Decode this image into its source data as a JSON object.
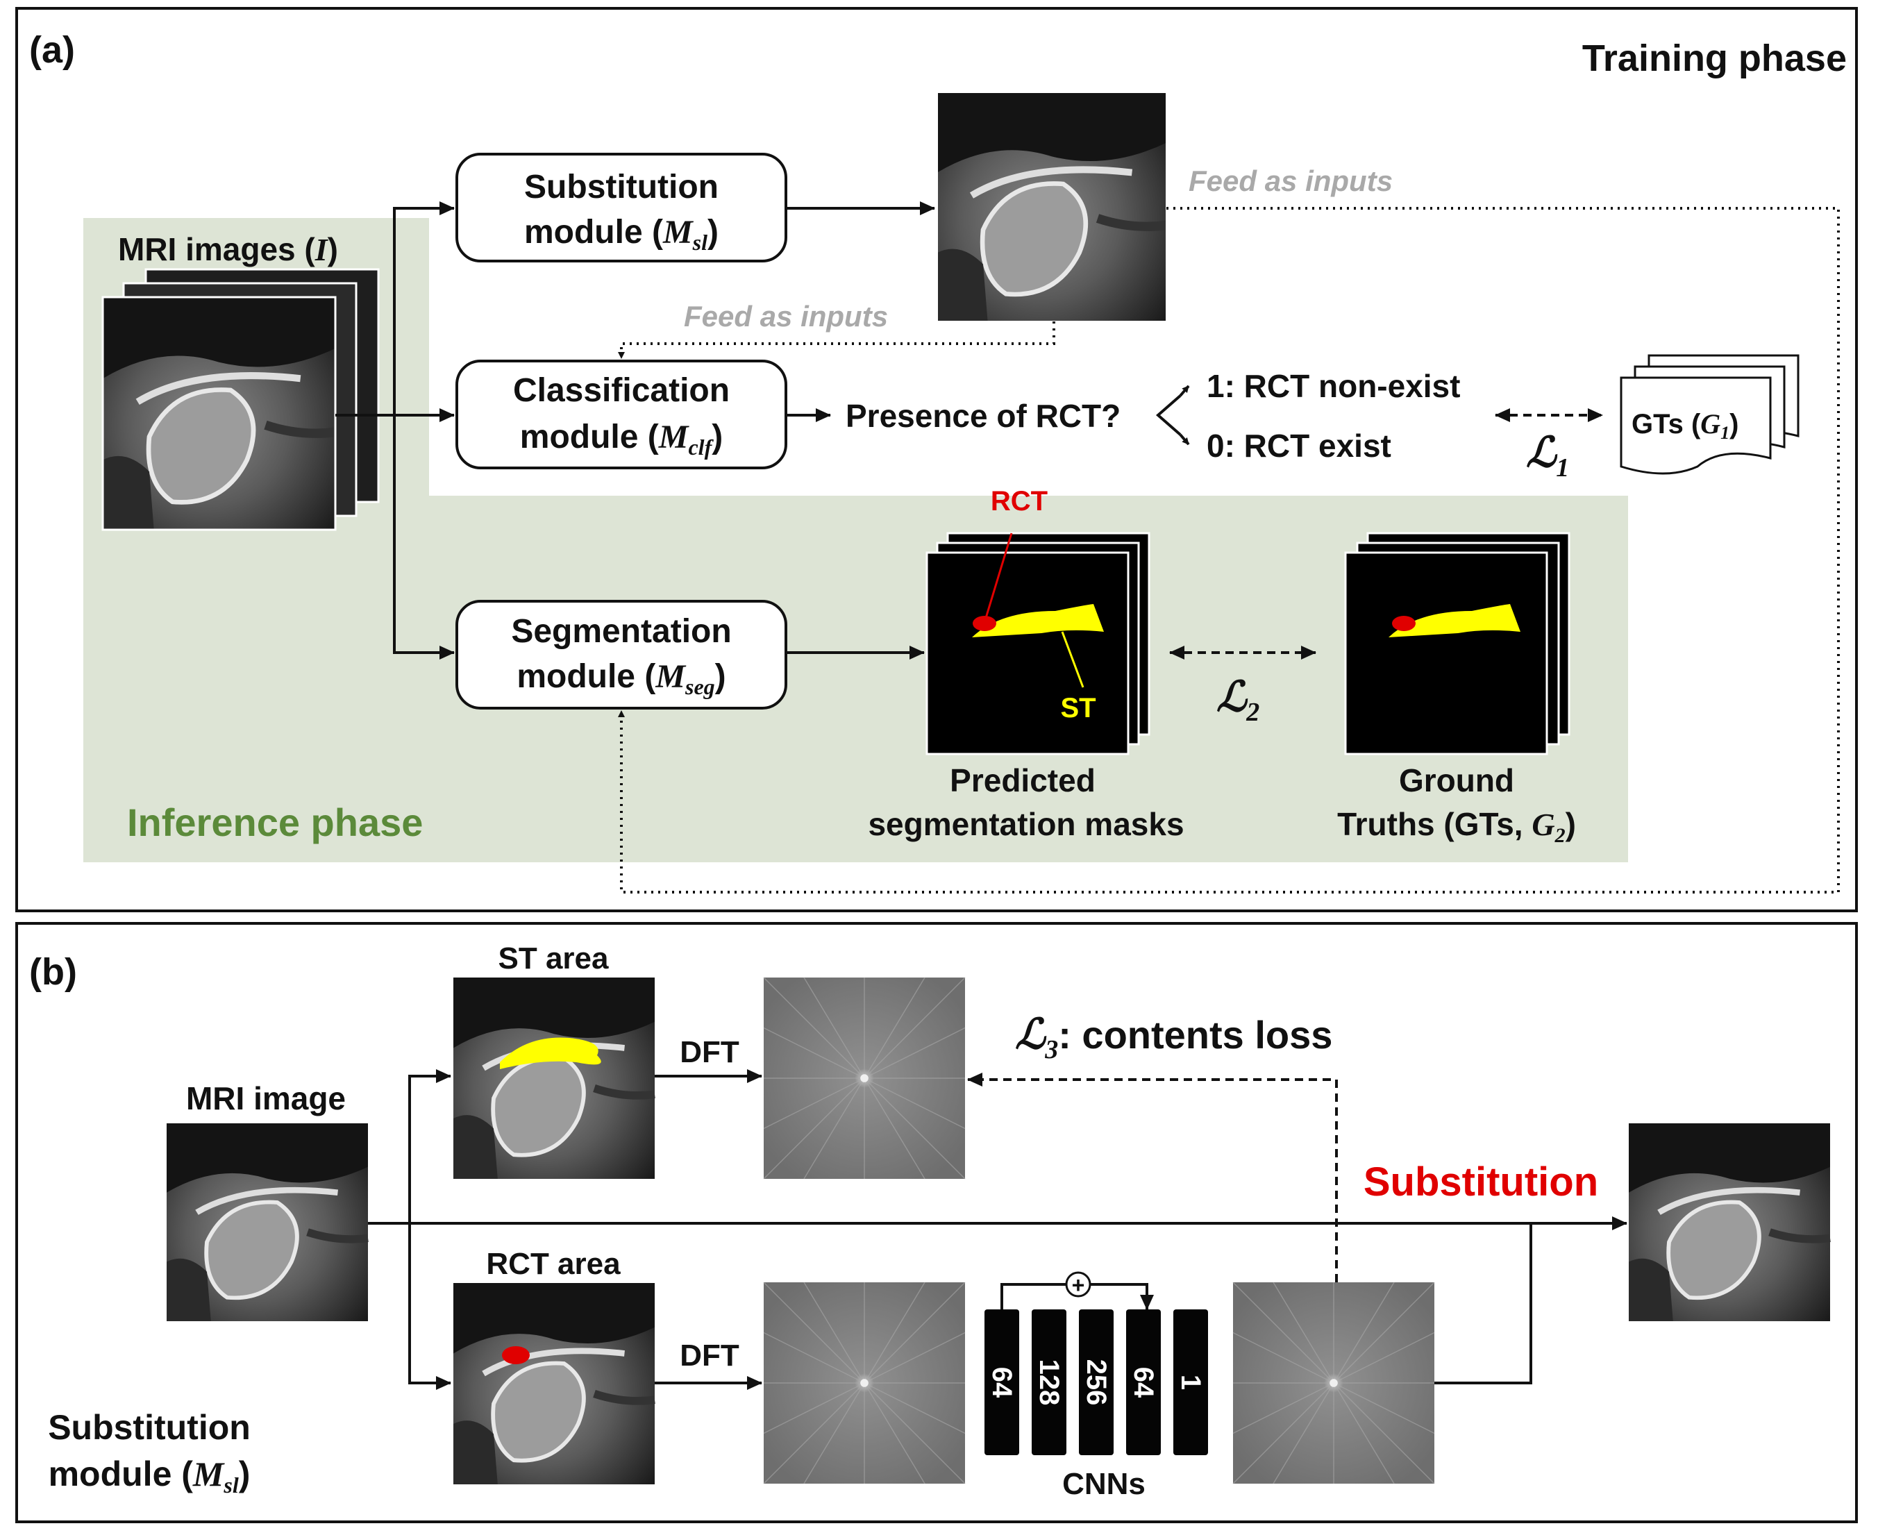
{
  "panel_a": {
    "tag": "(a)",
    "training_phase": "Training phase",
    "inference_phase": "Inference phase",
    "mri_images_label": "MRI images (",
    "mri_images_var": "I",
    "mri_images_close": ")",
    "substitution_module": {
      "line1": "Substitution",
      "line2": "module (",
      "var": "M",
      "sub": "sl",
      "close": ")"
    },
    "classification_module": {
      "line1": "Classification",
      "line2": "module (",
      "var": "M",
      "sub": "clf",
      "close": ")"
    },
    "segmentation_module": {
      "line1": "Segmentation",
      "line2": "module (",
      "var": "M",
      "sub": "seg",
      "close": ")"
    },
    "feed_as_inputs_1": "Feed as inputs",
    "feed_as_inputs_2": "Feed as inputs",
    "presence_question": "Presence of RCT?",
    "option_1": "1: RCT non-exist",
    "option_0": "0: RCT exist",
    "gts_label": "GTs (",
    "gts_var": "G",
    "gts_sub": "1",
    "gts_close": ")",
    "loss1": "ℒ",
    "loss1_sub": "1",
    "loss2": "ℒ",
    "loss2_sub": "2",
    "rct_label": "RCT",
    "st_label": "ST",
    "predicted_line1": "Predicted",
    "predicted_line2": "segmentation masks",
    "ground_line1": "Ground",
    "ground_line2": "Truths (GTs, ",
    "ground_var": "G",
    "ground_sub": "2",
    "ground_close": ")"
  },
  "panel_b": {
    "tag": "(b)",
    "st_area": "ST area",
    "rct_area": "RCT area",
    "mri_image": "MRI image",
    "dft_1": "DFT",
    "dft_2": "DFT",
    "loss3": "ℒ",
    "loss3_sub": "3",
    "loss3_text": ": contents loss",
    "substitution": "Substitution",
    "plus": "+",
    "cnns": "CNNs",
    "cnn_layers": [
      "64",
      "128",
      "256",
      "64",
      "1"
    ],
    "module_line1": "Substitution",
    "module_line2": "module (",
    "module_var": "M",
    "module_sub": "sl",
    "module_close": ")"
  },
  "colors": {
    "inference_bg": "#dde4d5",
    "inference_text": "#5b8a3a",
    "rct_red": "#e00000",
    "st_yellow": "#ffff00",
    "feed_gray": "#a9a9a9"
  }
}
